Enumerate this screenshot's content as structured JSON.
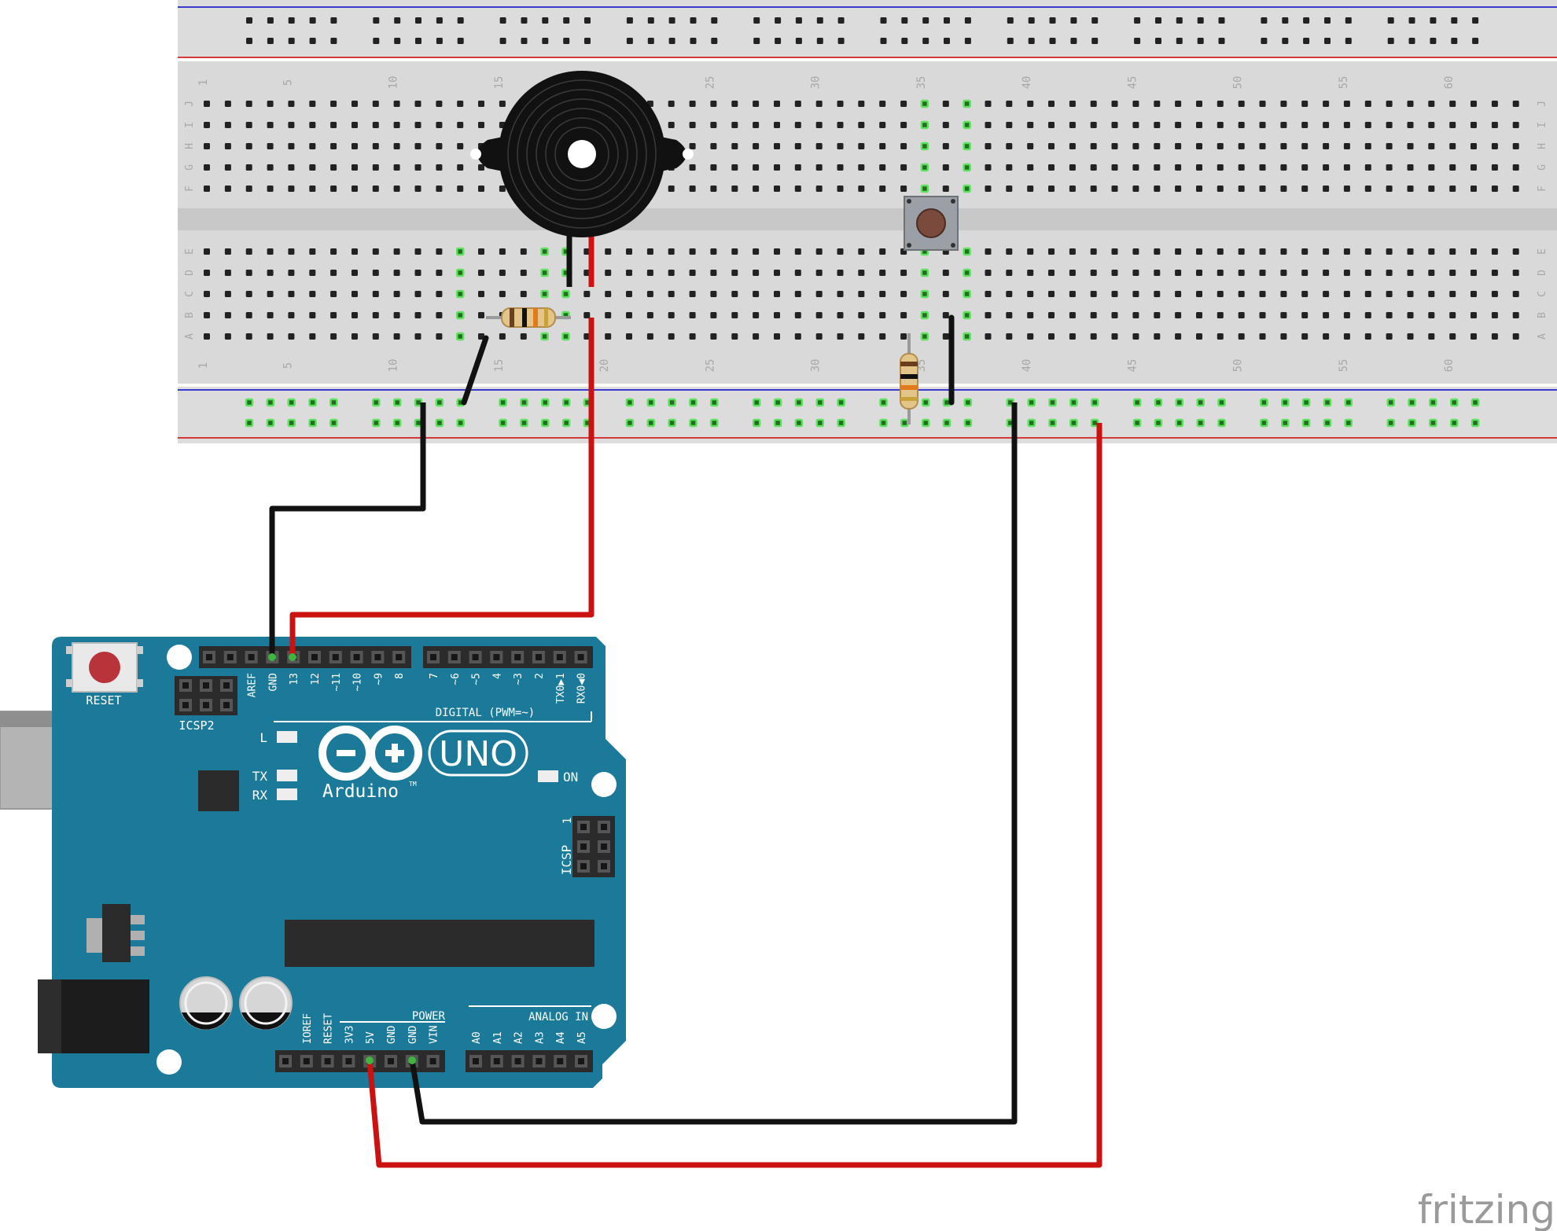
{
  "breadboard": {
    "column_numbers": [
      "1",
      "5",
      "10",
      "15",
      "20",
      "25",
      "30",
      "35",
      "40",
      "45",
      "50",
      "55",
      "60"
    ],
    "row_letters_top": [
      "J",
      "I",
      "H",
      "G",
      "F"
    ],
    "row_letters_bottom": [
      "E",
      "D",
      "C",
      "B",
      "A"
    ]
  },
  "arduino": {
    "logo_text": "Arduino",
    "model": "UNO",
    "trademark": "TM",
    "reset_label": "RESET",
    "icsp2_label": "ICSP2",
    "icsp_label": "ICSP",
    "icsp_pin1": "1",
    "led_l_label": "L",
    "led_tx_label": "TX",
    "led_rx_label": "RX",
    "led_on_label": "ON",
    "digital_label": "DIGITAL (PWM=~)",
    "power_label": "POWER",
    "analog_label": "ANALOG IN",
    "digital_pins_left": [
      "AREF",
      "GND",
      "13",
      "12",
      "~11",
      "~10",
      "~9",
      "8"
    ],
    "digital_pins_right": [
      "7",
      "~6",
      "~5",
      "4",
      "~3",
      "2",
      "TX0▶1",
      "RX0◀0"
    ],
    "power_pins": [
      "IOREF",
      "RESET",
      "3V3",
      "5V",
      "GND",
      "GND",
      "VIN"
    ],
    "analog_pins": [
      "A0",
      "A1",
      "A2",
      "A3",
      "A4",
      "A5"
    ]
  },
  "colors": {
    "board_teal": "#1b7a99",
    "wire_red": "#cc1111",
    "wire_black": "#1a1a1a",
    "breadboard_body": "#d9d9d9",
    "rail_blue": "#3b3bcf",
    "rail_red": "#d43a3a",
    "connected_green": "#4fd24f"
  },
  "watermark": {
    "text": "fritzing"
  }
}
